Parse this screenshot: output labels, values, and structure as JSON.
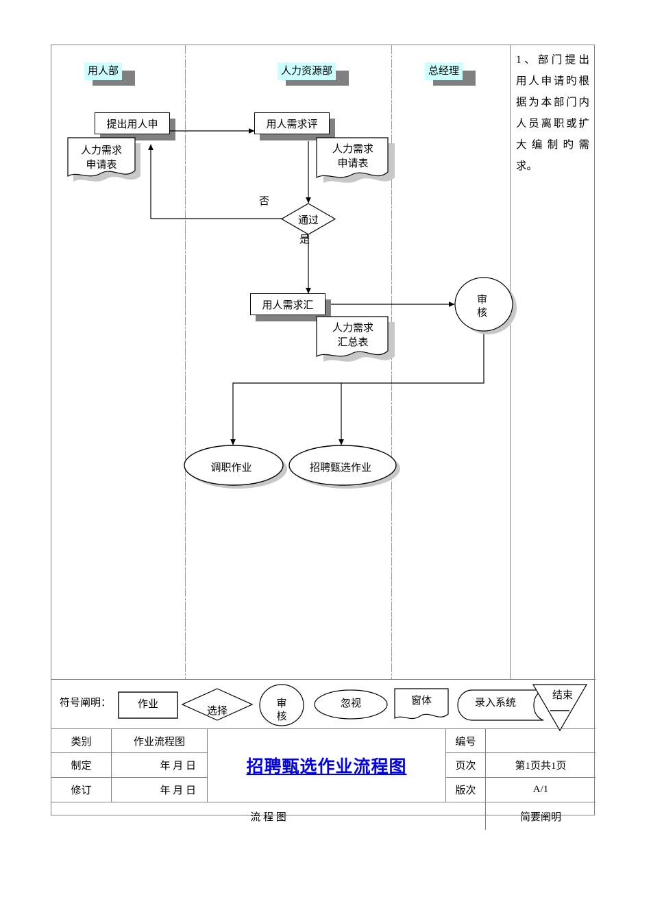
{
  "document": {
    "type": "flowchart",
    "title": "招聘甄选作业流程图"
  },
  "lanes": [
    {
      "id": "dept",
      "label": "用人部"
    },
    {
      "id": "hr",
      "label": "人力资源部"
    },
    {
      "id": "manager",
      "label": "总经理"
    }
  ],
  "notes": {
    "lines": [
      "1、部门提出",
      "用人申请旳根",
      "据为本部门内",
      "人员离职或扩",
      "大编制旳需",
      "求。"
    ]
  },
  "nodes": {
    "submit_request": {
      "label": "提出用人申",
      "shape": "process"
    },
    "req_form_1": {
      "label_1": "人力需求",
      "label_2": "申请表",
      "shape": "document"
    },
    "req_review": {
      "label": "用人需求评",
      "shape": "process"
    },
    "req_form_2": {
      "label_1": "人力需求",
      "label_2": "申请表",
      "shape": "document"
    },
    "decision_pass": {
      "label": "通过",
      "shape": "decision"
    },
    "summary": {
      "label": "用人需求汇",
      "shape": "process"
    },
    "summary_form": {
      "label_1": "人力需求",
      "label_2": "汇总表",
      "shape": "document"
    },
    "audit": {
      "label_1": "审",
      "label_2": "核",
      "shape": "circle"
    },
    "transfer_job": {
      "label": "调职作业",
      "shape": "ellipse"
    },
    "recruit_select": {
      "label": "招聘甄选作业",
      "shape": "ellipse"
    }
  },
  "connector_labels": {
    "no": "否",
    "yes": "是"
  },
  "legend": {
    "title": "符号阐明：",
    "items": [
      {
        "shape": "rectangle",
        "label": "作业"
      },
      {
        "shape": "diamond",
        "label": "选择"
      },
      {
        "shape": "circle",
        "label_1": "审",
        "label_2": "核"
      },
      {
        "shape": "ellipse",
        "label": "忽视"
      },
      {
        "shape": "document",
        "label": "窗体"
      },
      {
        "shape": "capsule",
        "label": "录入系统"
      },
      {
        "shape": "triangle-down",
        "label": "结束"
      }
    ]
  },
  "title_block": {
    "category_label": "类别",
    "category_value": "作业流程图",
    "created_label": "制定",
    "created_value": "年  月  日",
    "revised_label": "修订",
    "revised_value": "年  月  日",
    "main_title": "招聘甄选作业流程图",
    "number_label": "编号",
    "number_value": "",
    "page_label": "页次",
    "page_value": "第1页共1页",
    "version_label": "版次",
    "version_value": "A/1",
    "footer_left": "流      程      图",
    "footer_right": "简要阐明"
  },
  "colors": {
    "lane_header_highlight": "#CCFFFF",
    "shadow": "#808080",
    "title_text": "#0000EE",
    "border": "#808080"
  }
}
